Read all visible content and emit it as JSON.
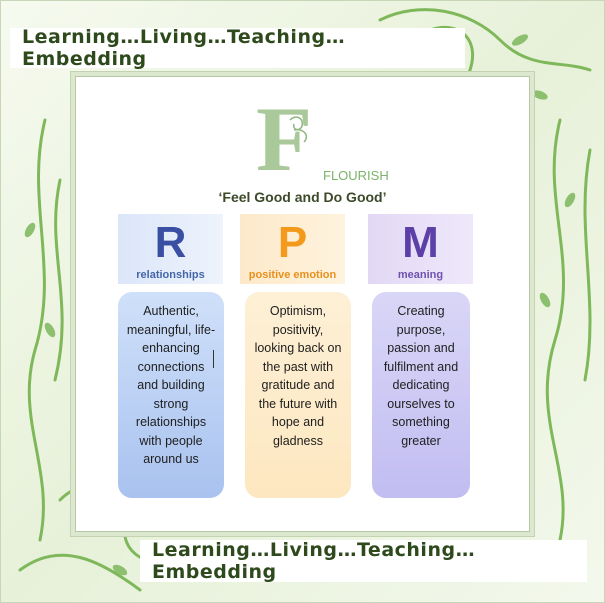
{
  "banners": {
    "top": "Learning…Living…Teaching… Embedding",
    "bottom": "Learning…Living…Teaching… Embedding"
  },
  "logo": {
    "letter": "F",
    "label": "FLOURISH"
  },
  "tagline": "‘Feel Good and Do Good’",
  "pillars": [
    {
      "letter": "R",
      "word": "relationships",
      "text": "Authentic, meaningful, life-enhancing connections and building strong relationships with people around us"
    },
    {
      "letter": "P",
      "word": "positive emotion",
      "text": "Optimism, positivity, looking back on the past with gratitude and the future with hope and gladness"
    },
    {
      "letter": "M",
      "word": "meaning",
      "text": "Creating purpose, passion and fulfilment and dedicating ourselves to something greater"
    }
  ],
  "colors": {
    "frame_green": "#8cc06e",
    "banner_text": "#2e4a1c",
    "r_accent": "#3a4fa3",
    "p_accent": "#f39a1c",
    "m_accent": "#5d3fa8"
  }
}
